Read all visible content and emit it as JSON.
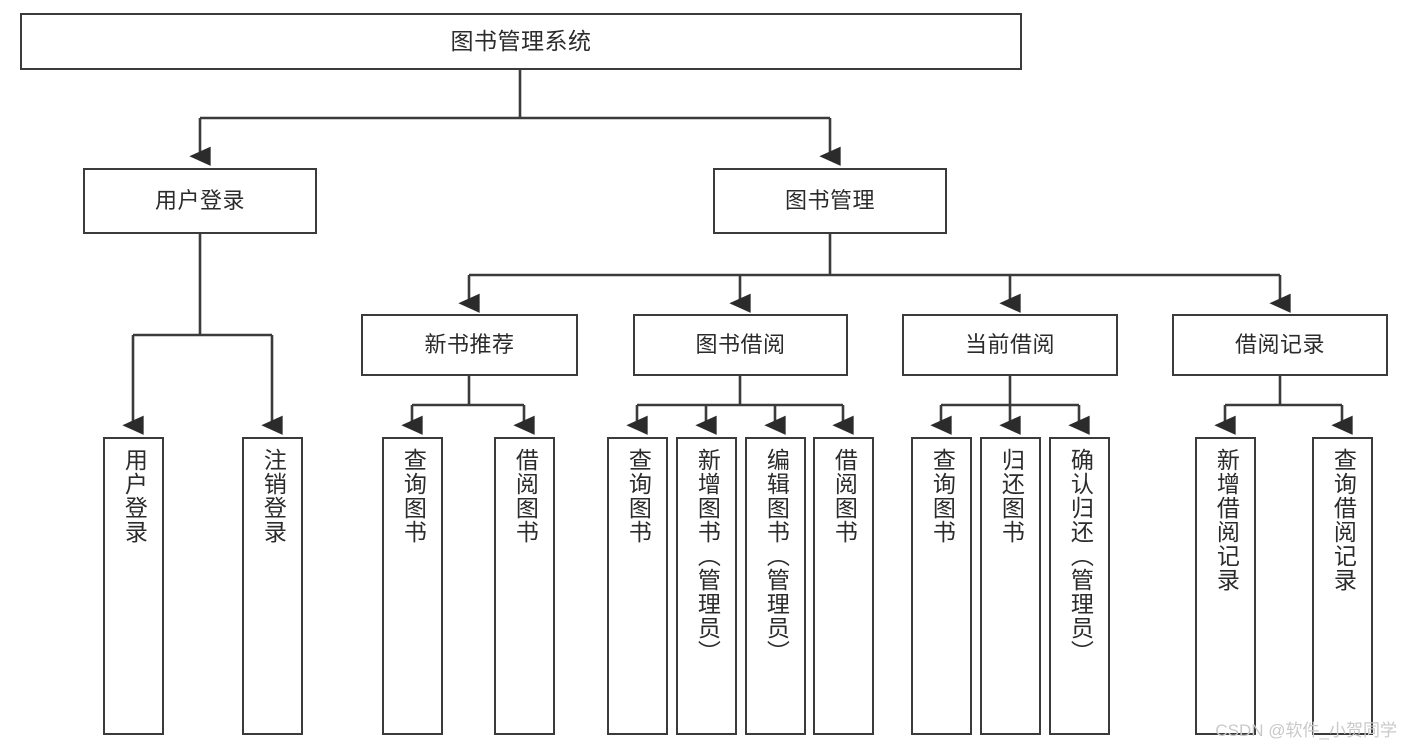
{
  "diagram": {
    "title": "图书管理系统",
    "watermark": "CSDN @软件_小贺同学",
    "line_color": "#3b3b3b",
    "box_fill": "#ffffff",
    "text_color": "#2b2b2b",
    "watermark_color": "#c9c9c9",
    "nodes": {
      "root": {
        "label": "图书管理系统"
      },
      "level1": [
        {
          "label": "用户登录"
        },
        {
          "label": "图书管理"
        }
      ],
      "level2": [
        {
          "label": "新书推荐"
        },
        {
          "label": "图书借阅"
        },
        {
          "label": "当前借阅"
        },
        {
          "label": "借阅记录"
        }
      ],
      "leaves": {
        "user_login": [
          {
            "label": "用户登录"
          },
          {
            "label": "注销登录"
          }
        ],
        "new_book_recommend": [
          {
            "label": "查询图书"
          },
          {
            "label": "借阅图书"
          }
        ],
        "book_borrow": [
          {
            "label": "查询图书"
          },
          {
            "label": "新增图书（管理员）"
          },
          {
            "label": "编辑图书（管理员）"
          },
          {
            "label": "借阅图书"
          }
        ],
        "current_borrow": [
          {
            "label": "查询图书"
          },
          {
            "label": "归还图书"
          },
          {
            "label": "确认归还（管理员）"
          }
        ],
        "borrow_record": [
          {
            "label": "新增借阅记录"
          },
          {
            "label": "查询借阅记录"
          }
        ]
      }
    }
  }
}
